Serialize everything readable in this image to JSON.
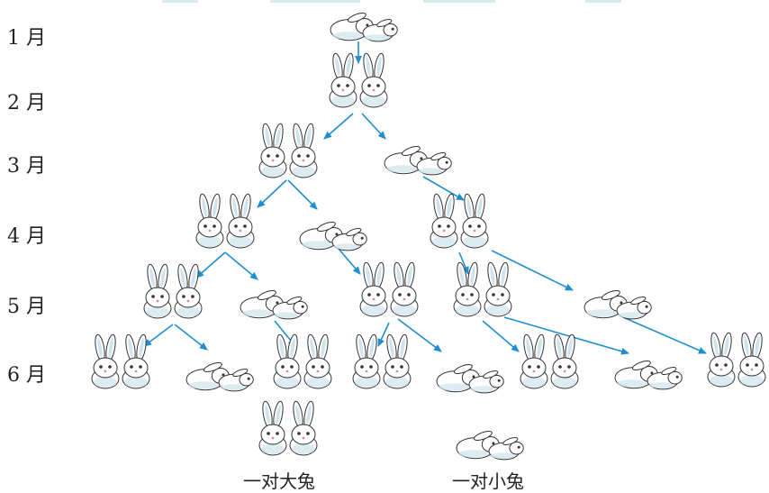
{
  "months": [
    "1 月",
    "2 月",
    "3 月",
    "4 月",
    "5 月",
    "6 月"
  ],
  "legend": {
    "adult_label": "一对大兔",
    "baby_label": "一对小兔"
  },
  "colors": {
    "arrow": "#1f8fd0",
    "fur_shadow": "#cfe4ee",
    "ink": "#333333"
  },
  "generations": [
    {
      "month": "1 月",
      "pairs": [
        "baby"
      ]
    },
    {
      "month": "2 月",
      "pairs": [
        "adult"
      ]
    },
    {
      "month": "3 月",
      "pairs": [
        "adult",
        "baby"
      ]
    },
    {
      "month": "4 月",
      "pairs": [
        "adult",
        "baby",
        "adult"
      ]
    },
    {
      "month": "5 月",
      "pairs": [
        "adult",
        "baby",
        "adult",
        "adult",
        "baby"
      ]
    },
    {
      "month": "6 月",
      "pairs": [
        "adult",
        "baby",
        "adult",
        "adult",
        "baby",
        "adult",
        "baby",
        "adult"
      ]
    }
  ]
}
